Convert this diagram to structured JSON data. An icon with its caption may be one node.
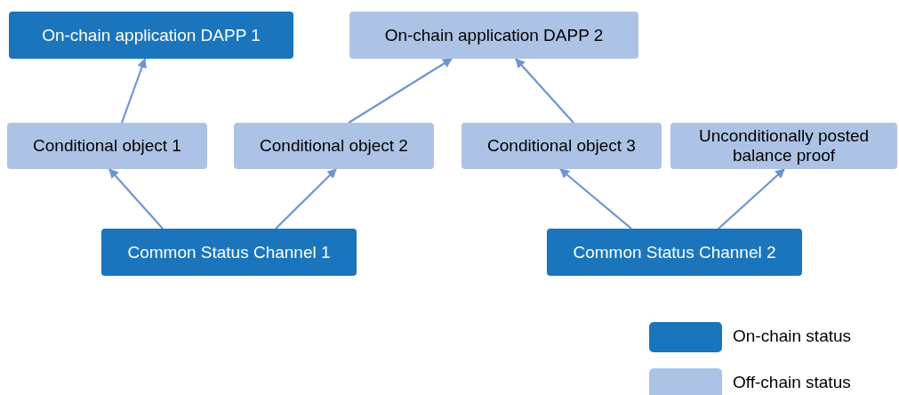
{
  "diagram": {
    "nodes": [
      {
        "text": [
          "On-chain application DAPP 1"
        ]
      },
      {
        "text": [
          "On-chain application DAPP 2"
        ]
      },
      {
        "text": [
          "Conditional object 1"
        ]
      },
      {
        "text": [
          "Conditional object 2"
        ]
      },
      {
        "text": [
          "Conditional object 3"
        ]
      },
      {
        "text": [
          "Unconditionally posted balance proof"
        ]
      },
      {
        "text": [
          "Common Status Channel 1"
        ]
      },
      {
        "text": [
          "Common Status Channel 2"
        ]
      }
    ],
    "edges": [
      {
        "from": 2,
        "to": 0,
        "arrow": "to"
      },
      {
        "from": 3,
        "to": 1,
        "arrow": "to"
      },
      {
        "from": 4,
        "to": 1,
        "arrow": "to"
      },
      {
        "from": 6,
        "to": 2,
        "arrow": "to"
      },
      {
        "from": 6,
        "to": 3,
        "arrow": "to"
      },
      {
        "from": 7,
        "to": 4,
        "arrow": "to"
      },
      {
        "from": 7,
        "to": 5,
        "arrow": "to"
      }
    ],
    "legend": [
      {
        "text": "On-chain status",
        "color": "#1a75bc"
      },
      {
        "text": "Off-chain status",
        "color": "#adc3e5"
      }
    ]
  }
}
